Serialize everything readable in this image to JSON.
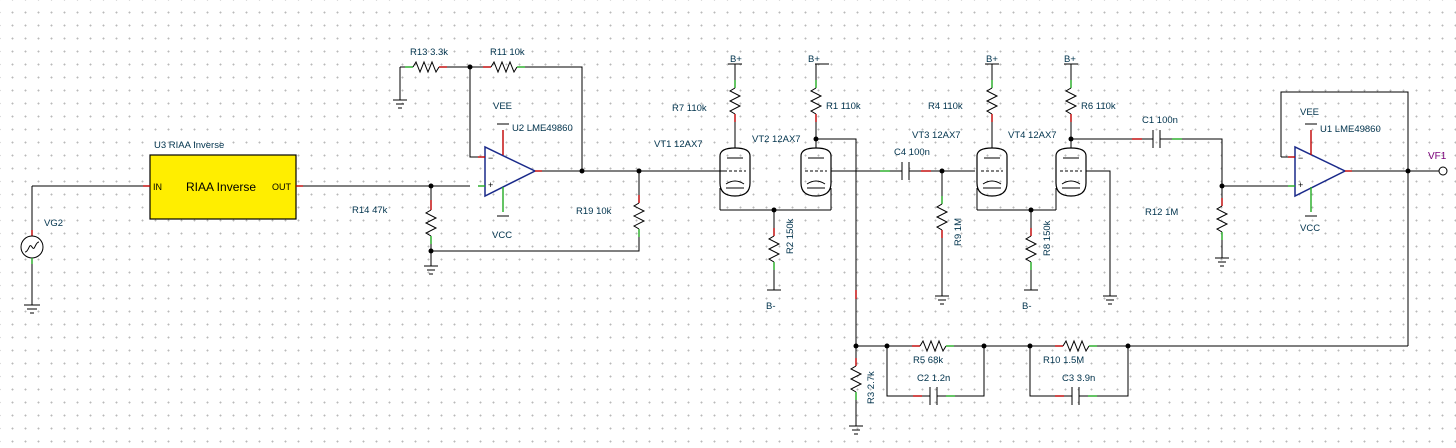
{
  "labels": {
    "u3": "U3 RIAA Inverse",
    "u3_body": "RIAA Inverse",
    "u3_in": "IN",
    "u3_out": "OUT",
    "vg2": "VG2",
    "r13": "R13 3.3k",
    "r11": "R11 10k",
    "vee_u2": "VEE",
    "u2": "U2 LME49860",
    "vcc_u2": "VCC",
    "r14": "R14 47k",
    "r19": "R19 10k",
    "bplus_1": "B+",
    "r7": "R7 110k",
    "vt1": "VT1 12AX7",
    "bplus_2": "B+",
    "r1": "R1 110k",
    "vt2": "VT2 12AX7",
    "r2": "R2 150k",
    "bminus_1": "B-",
    "c4": "C4 100n",
    "r9": "R9 1M",
    "bplus_3": "B+",
    "r4": "R4 110k",
    "vt3": "VT3 12AX7",
    "bplus_4": "B+",
    "r6": "R6 110k",
    "vt4": "VT4 12AX7",
    "r8": "R8 150k",
    "bminus_2": "B-",
    "c1": "C1 100n",
    "r12": "R12 1M",
    "vee_u1": "VEE",
    "u1": "U1 LME49860",
    "vcc_u1": "VCC",
    "vf1": "VF1",
    "r3": "R3 2.7k",
    "r5": "R5 68k",
    "c2": "C2 1.2n",
    "r10": "R10 1.5M",
    "c3": "C3 3.9n"
  },
  "colors": {
    "background": "#ffffff",
    "grid_dot": "#b9b9b9",
    "wire": "#000000",
    "pin_red": "#c00000",
    "pin_green": "#22aa22",
    "opamp_outline": "#1a2a8a",
    "block_fill": "#ffee00",
    "label_text": "#00334d",
    "probe_text": "#7a007a"
  }
}
